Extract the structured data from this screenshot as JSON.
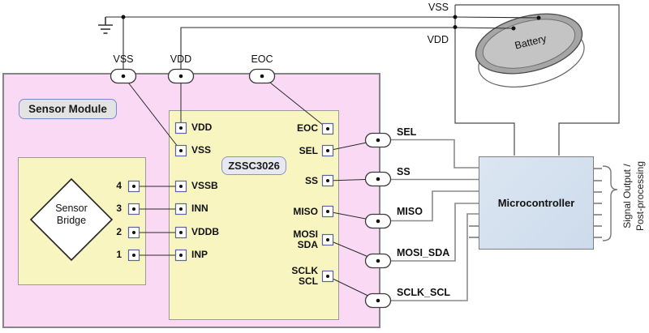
{
  "diagram_title": "ZSSC3026 sensor module application schematic",
  "sensor_module": {
    "title": "Sensor Module"
  },
  "sensor_bridge": {
    "label": "Sensor\nBridge",
    "pin_numbers": [
      "4",
      "3",
      "2",
      "1"
    ]
  },
  "chip": {
    "name": "ZSSC3026",
    "left_pins": [
      "VDD",
      "VSS",
      "VSSB",
      "INN",
      "VDDB",
      "INP"
    ],
    "right_pins": [
      "EOC",
      "SEL",
      "SS",
      "MISO",
      "MOSI\nSDA",
      "SCLK\nSCL"
    ]
  },
  "module_pads": {
    "top": [
      "VSS",
      "VDD",
      "EOC"
    ],
    "right": [
      "SEL",
      "SS",
      "MISO",
      "MOSI_SDA",
      "SCLK_SCL"
    ]
  },
  "power": {
    "vss_label": "VSS",
    "vdd_label": "VDD"
  },
  "battery": {
    "label": "Battery"
  },
  "microcontroller": {
    "label": "Microcontroller"
  },
  "output": {
    "label": "Signal Output /\nPost-processing"
  },
  "colors": {
    "module_fill": "#FAD9F4",
    "asic_fill": "#F8F5C1",
    "mcu_fill": "#CFDDEC",
    "battery_face": "#C4C4C4",
    "battery_rim": "#A6A6A6",
    "label_chip_border": "#7B86D2",
    "wire_black": "#2B2B2B",
    "wire_gray": "#8A8A8A"
  }
}
